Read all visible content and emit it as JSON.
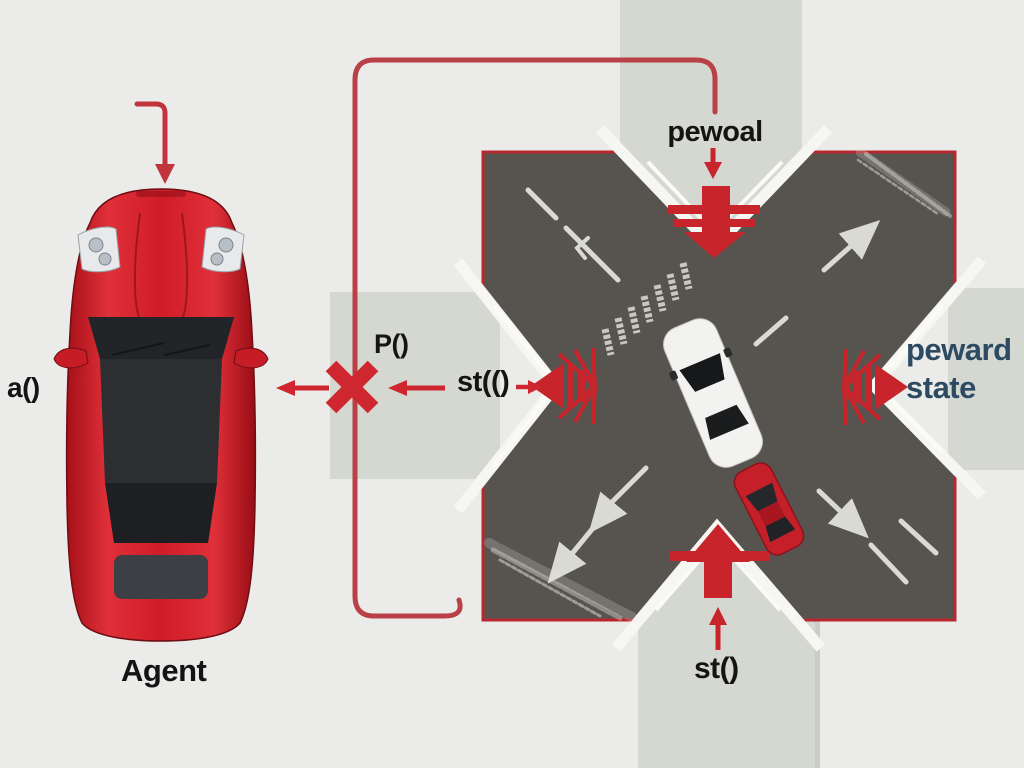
{
  "title": "Reinforcement learning driving agent diagram",
  "labels": {
    "agent": "Agent",
    "action": "a()",
    "policy": "P()",
    "state_left": "st(()",
    "reward_top": "pewoal",
    "state_bottom": "st()",
    "reward_state_line1": "peward",
    "reward_state_line2": "state"
  },
  "colors": {
    "background": "#ebece9",
    "road_band": "#d5d7d1",
    "asphalt": "#57534f",
    "accent_red": "#c8242c",
    "loop_red": "#b84046",
    "label_black": "#141414",
    "reward_state_blue": "#2d4a63",
    "marking_white": "#e9e9e3"
  },
  "icons": {
    "x_mark": "red-cross",
    "block_arrow_down": "red-thick-down-arrow",
    "block_arrow_up": "red-thick-up-arrow",
    "stripe_emblem": "striped-red-arrow-badge",
    "feedback_loop": "red-rounded-loop-line"
  }
}
